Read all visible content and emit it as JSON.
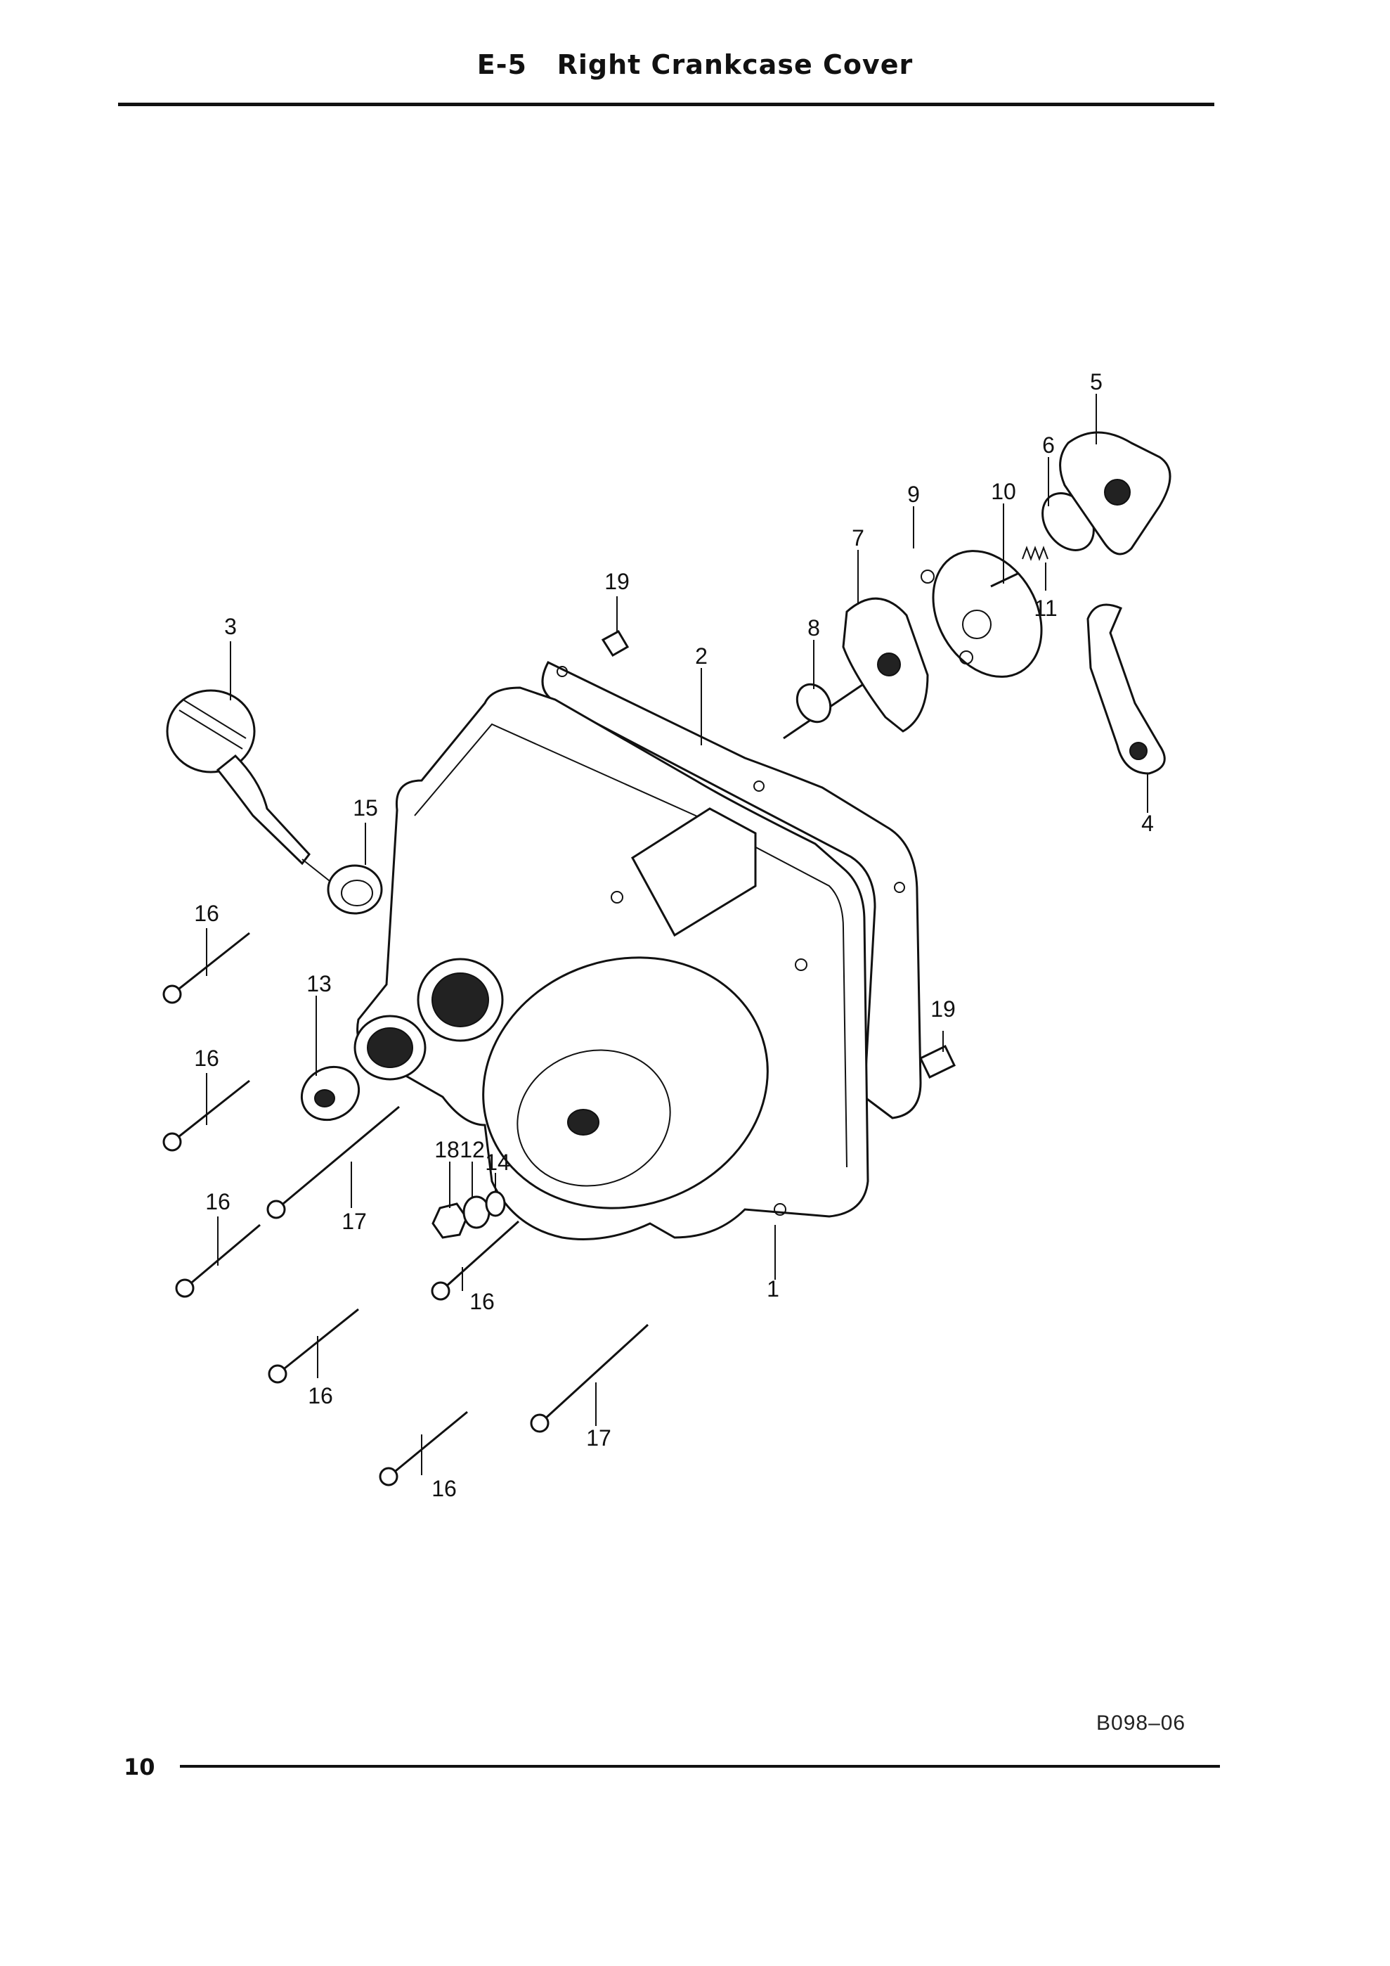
{
  "header": {
    "section": "E-5",
    "title": "Right Crankcase Cover"
  },
  "footer": {
    "page_number": "10",
    "reference_code": "B098–06"
  },
  "callouts": {
    "c1": "1",
    "c2": "2",
    "c3": "3",
    "c4": "4",
    "c5": "5",
    "c6": "6",
    "c7": "7",
    "c8": "8",
    "c9": "9",
    "c10": "10",
    "c11": "11",
    "c12": "12",
    "c13": "13",
    "c14": "14",
    "c15": "15",
    "c16a": "16",
    "c16b": "16",
    "c16c": "16",
    "c16d": "16",
    "c16e": "16",
    "c16f": "16",
    "c17a": "17",
    "c17b": "17",
    "c18": "18",
    "c19a": "19",
    "c19b": "19"
  }
}
